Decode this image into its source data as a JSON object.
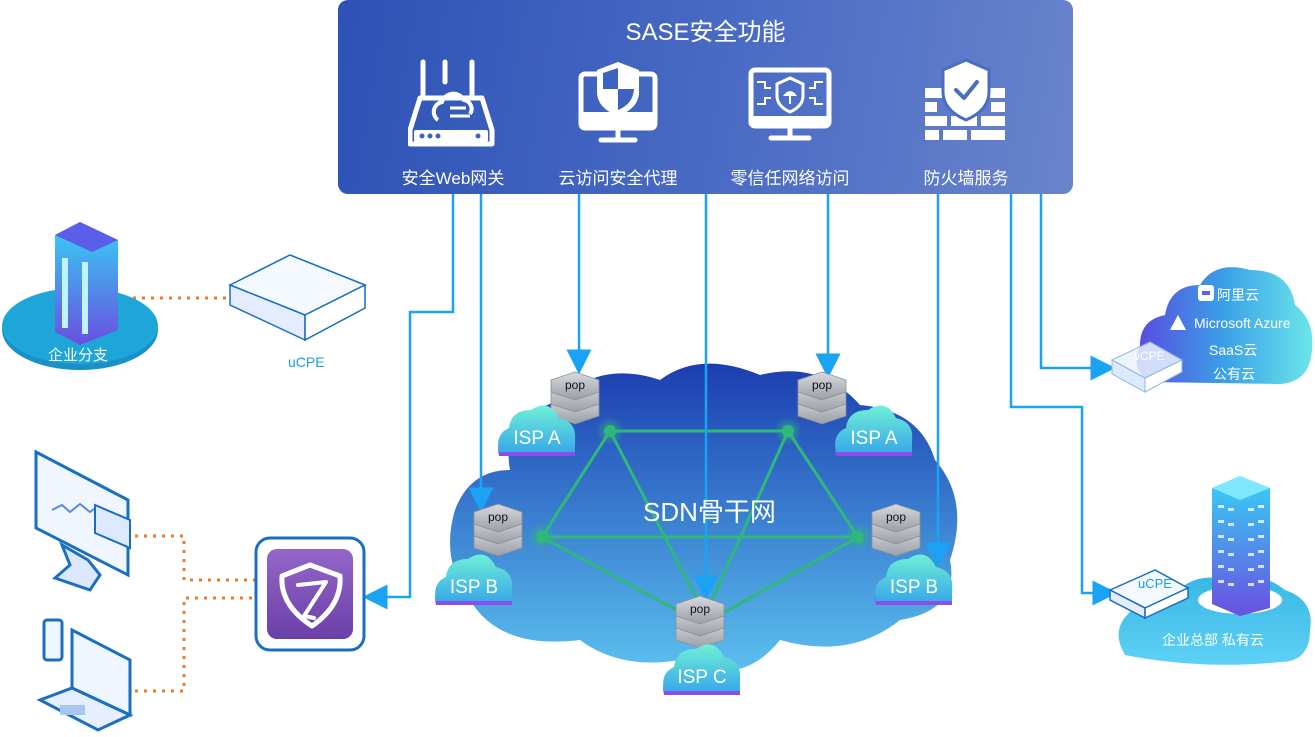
{
  "sase": {
    "title": "SASE安全功能",
    "features": [
      {
        "label": "安全Web网关",
        "icon": "router-cloud-icon"
      },
      {
        "label": "云访问安全代理",
        "icon": "monitor-shield-icon"
      },
      {
        "label": "零信任网络访问",
        "icon": "monitor-umbrella-shield-icon"
      },
      {
        "label": "防火墙服务",
        "icon": "firewall-shield-icon"
      }
    ]
  },
  "branch": {
    "label": "企业分支",
    "device_label": "uCPE"
  },
  "backbone": {
    "title": "SDN骨干网",
    "pop_label": "pop",
    "nodes": [
      {
        "isp": "ISP A"
      },
      {
        "isp": "ISP A"
      },
      {
        "isp": "ISP B"
      },
      {
        "isp": "ISP B"
      },
      {
        "isp": "ISP C"
      }
    ]
  },
  "public_cloud": {
    "device_label": "vCPE",
    "providers": [
      "阿里云",
      "Microsoft Azure",
      "SaaS云",
      "公有云"
    ]
  },
  "headquarters": {
    "device_label": "uCPE",
    "label": "企业总部 私有云"
  },
  "colors": {
    "panel_start": "#2d52b6",
    "panel_end": "#6a84cc",
    "arrow": "#1aa3f5",
    "dotted_link": "#f07a24",
    "mesh": "#2fb87a",
    "app_purple": "#7a4fb5"
  }
}
